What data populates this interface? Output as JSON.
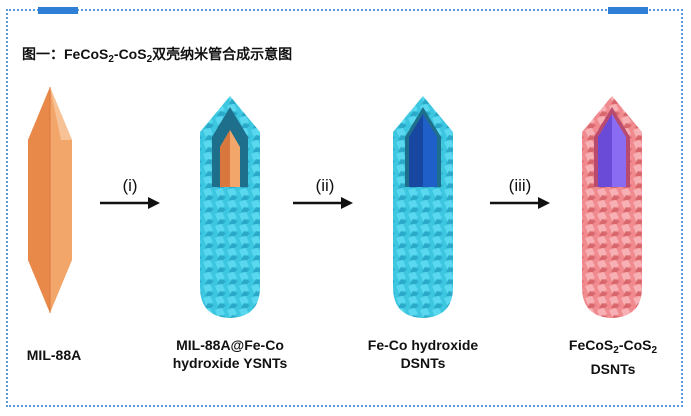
{
  "title": {
    "prefix": "图一：",
    "formula": [
      "FeCoS",
      "2",
      "-CoS",
      "2"
    ],
    "suffix": "双壳纳米管合成示意图"
  },
  "steps": [
    "(i)",
    "(ii)",
    "(iii)"
  ],
  "labels": {
    "mil": "MIL-88A",
    "ysnt_line1": "MIL-88A@Fe-Co",
    "ysnt_line2": "hydroxide YSNTs",
    "dsnt_line1": "Fe-Co hydroxide",
    "dsnt_line2": "DSNTs",
    "final_line1": [
      "FeCoS",
      "2",
      "-CoS",
      "2"
    ],
    "final_line2": "DSNTs"
  },
  "colors": {
    "frame": "#5b9bd5",
    "tab": "#2f7fd6",
    "mof": "#f2a66a",
    "hydroxide_shell": "#3cc6e0",
    "inner_blue": "#1f5fc9",
    "sulfide_shell": "#f08a8f",
    "inner_purple": "#8a6cf2"
  }
}
